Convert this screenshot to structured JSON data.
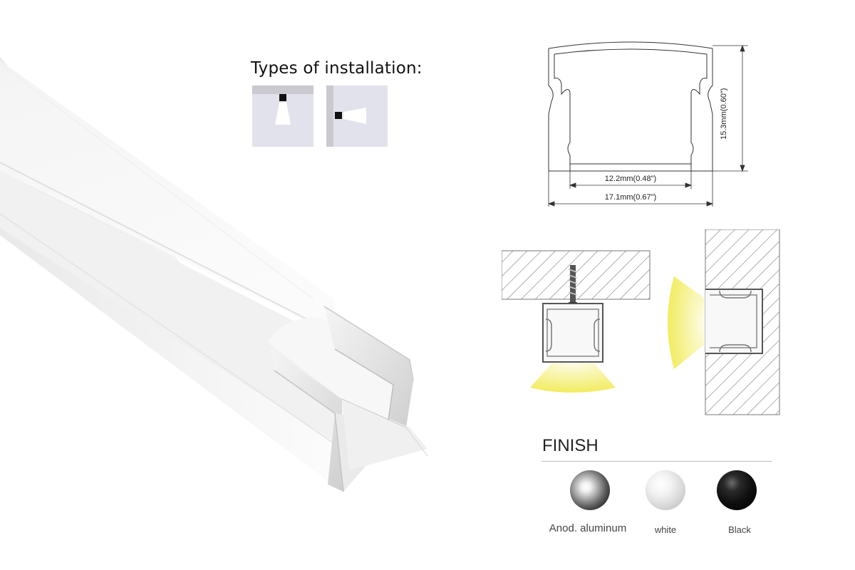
{
  "installation": {
    "title": "Types of installation:",
    "options": [
      {
        "icon": "ceiling-mount-icon"
      },
      {
        "icon": "wall-mount-icon"
      }
    ]
  },
  "dimensions": {
    "height": "15.3mm(0.60\")",
    "inner_width": "12.2mm(0.48\")",
    "outer_width": "17.1mm(0.67\")"
  },
  "finish": {
    "title": "FINISH",
    "options": [
      {
        "label": "Anod. aluminum",
        "color": "#8a8a8a"
      },
      {
        "label": "white",
        "color": "#dcdcdc"
      },
      {
        "label": "Black",
        "color": "#111111"
      }
    ]
  },
  "colors": {
    "light_beam": "#f2ec60",
    "hatch": "#7a7a7a",
    "icon_panel": "#e2e2ec"
  }
}
